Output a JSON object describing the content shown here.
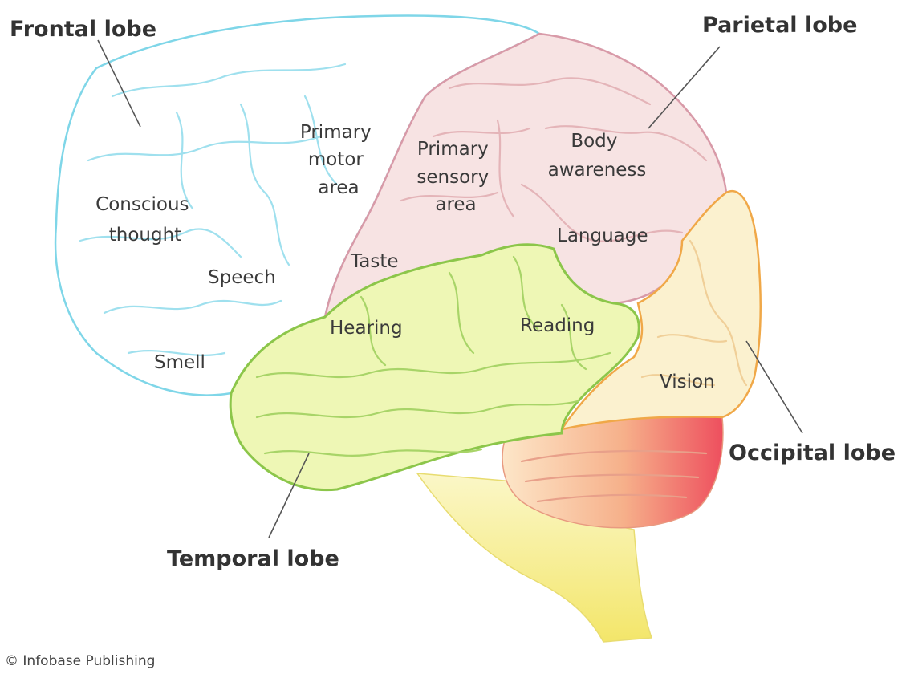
{
  "lobes": {
    "frontal": "Frontal lobe",
    "parietal": "Parietal lobe",
    "occipital": "Occipital lobe",
    "temporal": "Temporal lobe"
  },
  "areas": {
    "primary_motor": [
      "Primary",
      "motor",
      "area"
    ],
    "primary_sensory": [
      "Primary",
      "sensory",
      "area"
    ],
    "body_awareness": [
      "Body",
      "awareness"
    ],
    "conscious_thought": [
      "Conscious",
      "thought"
    ],
    "language": "Language",
    "taste": "Taste",
    "speech": "Speech",
    "hearing": "Hearing",
    "reading": "Reading",
    "smell": "Smell",
    "vision": "Vision"
  },
  "credit": "© Infobase Publishing",
  "colors": {
    "frontal_outline": "#7fd6e8",
    "frontal_fill": "#ffffff",
    "parietal_outline": "#d89aa8",
    "parietal_fill": "#f7e3e3",
    "temporal_outline": "#8cc64a",
    "temporal_fill": "#eef7b5",
    "occipital_outline": "#f0a848",
    "occipital_fill": "#fbf1cf",
    "cerebellum_highlight": "#ee5560",
    "brainstem": "#f6ee90"
  }
}
